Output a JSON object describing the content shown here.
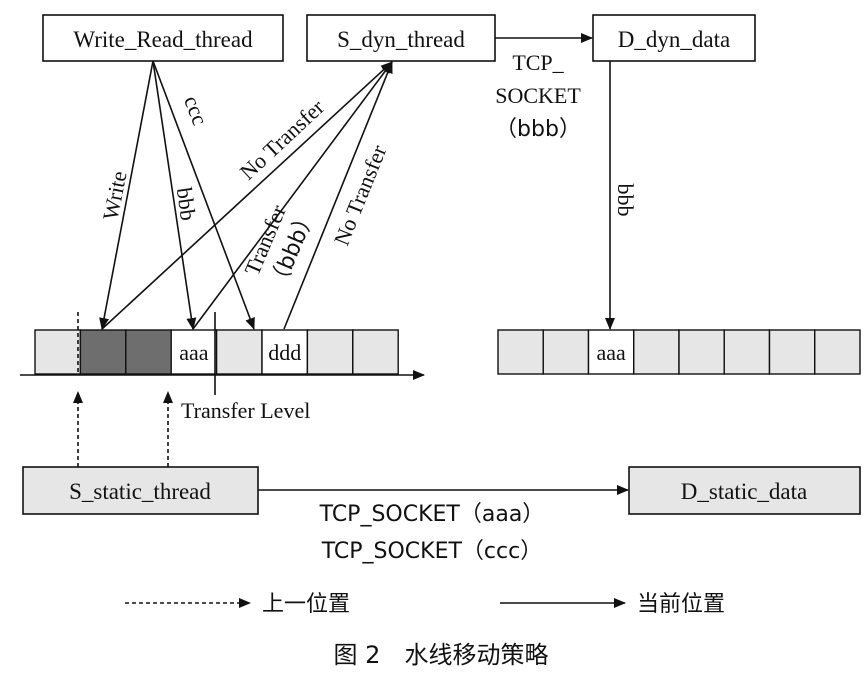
{
  "nodes": {
    "write_read_thread": "Write_Read_thread",
    "s_dyn_thread": "S_dyn_thread",
    "d_dyn_data": "D_dyn_data",
    "s_static_thread": "S_static_thread",
    "d_static_data": "D_static_data"
  },
  "edge_labels": {
    "write": "Write",
    "bbb_1": "bbb",
    "ccc": "ccc",
    "no_transfer_1": "No Transfer",
    "transfer": "Transfer",
    "transfer_bbb": "（bbb）",
    "no_transfer_2": "No Transfer",
    "tcp_line1": "TCP_",
    "tcp_line2": "SOCKET",
    "tcp_line3": "（bbb）",
    "bbb_2": "bbb",
    "tcp_aaa": "TCP_SOCKET（aaa）",
    "tcp_ccc": "TCP_SOCKET（ccc）"
  },
  "buffer_left": {
    "cells": [
      "",
      "",
      "",
      "aaa",
      "",
      "ddd",
      "",
      ""
    ],
    "cell_fill": [
      "light",
      "dark",
      "dark",
      "white",
      "light",
      "white",
      "light",
      "light"
    ]
  },
  "buffer_right": {
    "cells": [
      "",
      "",
      "aaa",
      "",
      "",
      "",
      "",
      ""
    ],
    "cell_fill": [
      "light",
      "light",
      "white",
      "light",
      "light",
      "light",
      "light",
      "light"
    ]
  },
  "transfer_level": "Transfer Level",
  "legend": {
    "previous_position": "上一位置",
    "current_position": "当前位置"
  },
  "caption": "图 2　水线移动策略",
  "colors": {
    "cell_light": "#e6e6e6",
    "cell_dark": "#6e6e6e",
    "cell_white": "#ffffff",
    "box_gray": "#e6e6e6"
  }
}
